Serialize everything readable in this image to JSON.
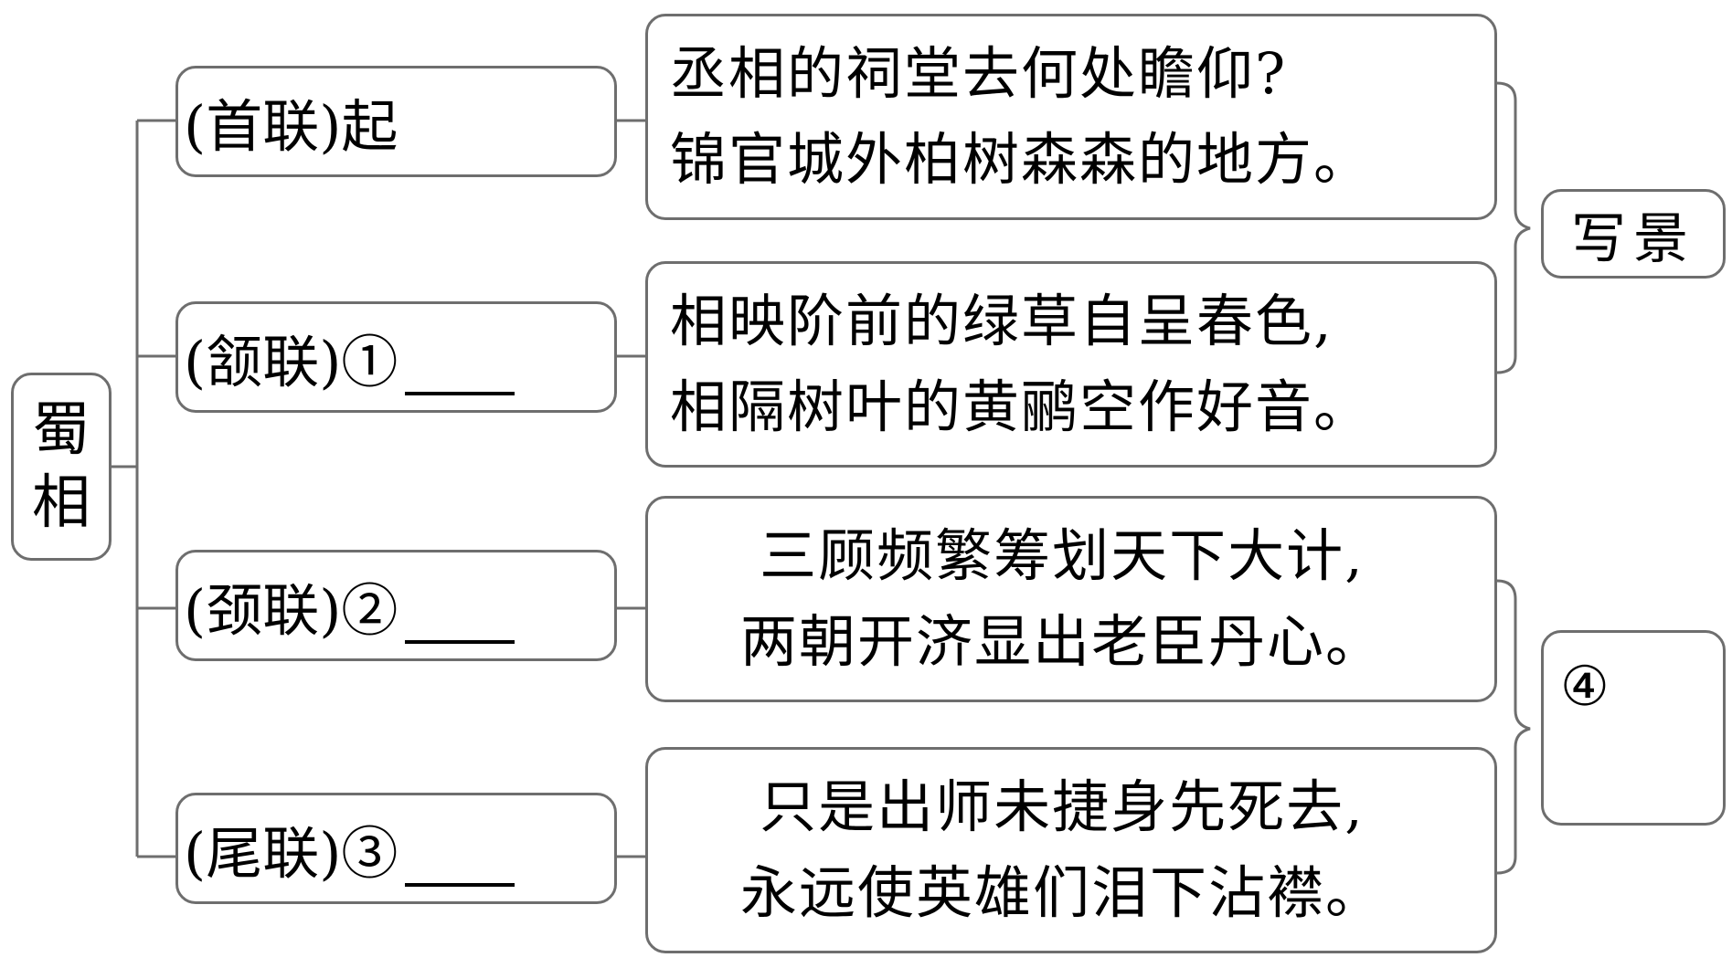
{
  "root": {
    "label_line1": "蜀",
    "label_line2": "相"
  },
  "stages": [
    {
      "label": "(首联)起",
      "has_blank": false
    },
    {
      "label": "(颔联)①",
      "has_blank": true
    },
    {
      "label": "(颈联)②",
      "has_blank": true
    },
    {
      "label": "(尾联)③",
      "has_blank": true
    }
  ],
  "poem_lines": [
    {
      "line1": "丞相的祠堂去何处瞻仰?",
      "line2": "锦官城外柏树森森的地方。"
    },
    {
      "line1": "相映阶前的绿草自呈春色,",
      "line2": "相隔树叶的黄鹂空作好音。"
    },
    {
      "line1": "三顾频繁筹划天下大计,",
      "line2": "两朝开济显出老臣丹心。"
    },
    {
      "line1": "只是出师未捷身先死去,",
      "line2": "永远使英雄们泪下沾襟。"
    }
  ],
  "summaries": [
    {
      "label": "写景"
    },
    {
      "label": "④"
    }
  ],
  "colors": {
    "line": "#6e6e6e",
    "text": "#000000",
    "background": "#ffffff"
  }
}
